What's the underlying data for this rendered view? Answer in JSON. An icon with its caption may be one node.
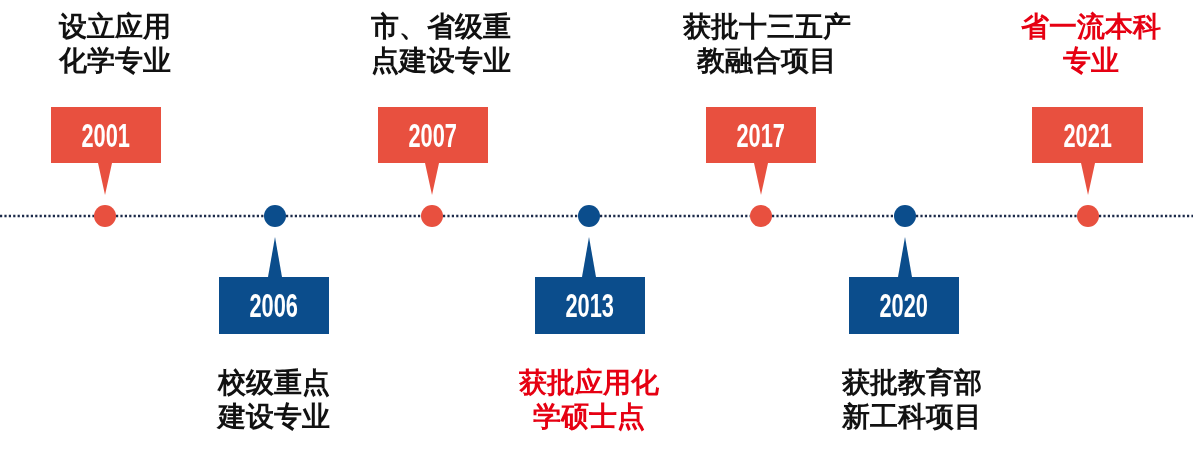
{
  "diagram": {
    "nodes": [
      {
        "text": [
          "2001"
        ],
        "beside": [
          "设立应用化学专业"
        ]
      },
      {
        "text": [
          "2006"
        ],
        "beside": [
          "校级重点建设专业"
        ]
      },
      {
        "text": [
          "2007"
        ],
        "beside": [
          "市、省级重点建设专业"
        ]
      },
      {
        "text": [
          "2013"
        ],
        "beside": [
          "获批应用化学硕士点"
        ]
      },
      {
        "text": [
          "2017"
        ],
        "beside": [
          "获批十三五产教融合项目"
        ]
      },
      {
        "text": [
          "2020"
        ],
        "beside": [
          "获批教育部新工科项目"
        ]
      },
      {
        "text": [
          "2021"
        ],
        "beside": [
          "省一流本科专业"
        ]
      },
      {
        "text": [],
        "shape": "circle"
      },
      {
        "text": [],
        "shape": "circle"
      },
      {
        "text": [],
        "shape": "circle"
      },
      {
        "text": [],
        "shape": "circle"
      },
      {
        "text": [],
        "shape": "circle"
      },
      {
        "text": [],
        "shape": "circle"
      },
      {
        "text": [],
        "shape": "circle"
      }
    ],
    "edges": [
      {
        "from": 0,
        "to": 7,
        "arrow": "to",
        "color": "#e8503f"
      },
      {
        "from": 1,
        "to": 8,
        "arrow": "to",
        "color": "#0b4d8c"
      },
      {
        "from": 2,
        "to": 9,
        "arrow": "to",
        "color": "#e8503f"
      },
      {
        "from": 3,
        "to": 10,
        "arrow": "to",
        "color": "#0b4d8c"
      },
      {
        "from": 4,
        "to": 11,
        "arrow": "to",
        "color": "#e8503f"
      },
      {
        "from": 5,
        "to": 12,
        "arrow": "to",
        "color": "#0b4d8c"
      },
      {
        "from": 6,
        "to": 13,
        "arrow": "to",
        "color": "#e8503f"
      },
      {
        "from": null,
        "to": 7,
        "arrow": "none",
        "style": "dashed"
      },
      {
        "from": 7,
        "to": 8,
        "arrow": "none",
        "style": "dashed"
      },
      {
        "from": 8,
        "to": 9,
        "arrow": "none",
        "style": "dashed"
      },
      {
        "from": 9,
        "to": 10,
        "arrow": "none",
        "style": "dashed"
      },
      {
        "from": 10,
        "to": 11,
        "arrow": "none",
        "style": "dashed"
      },
      {
        "from": 11,
        "to": 12,
        "arrow": "none",
        "style": "dashed"
      },
      {
        "from": 12,
        "to": 13,
        "arrow": "none",
        "style": "dashed"
      },
      {
        "from": 13,
        "to": null,
        "arrow": "none",
        "style": "dashed"
      }
    ]
  }
}
